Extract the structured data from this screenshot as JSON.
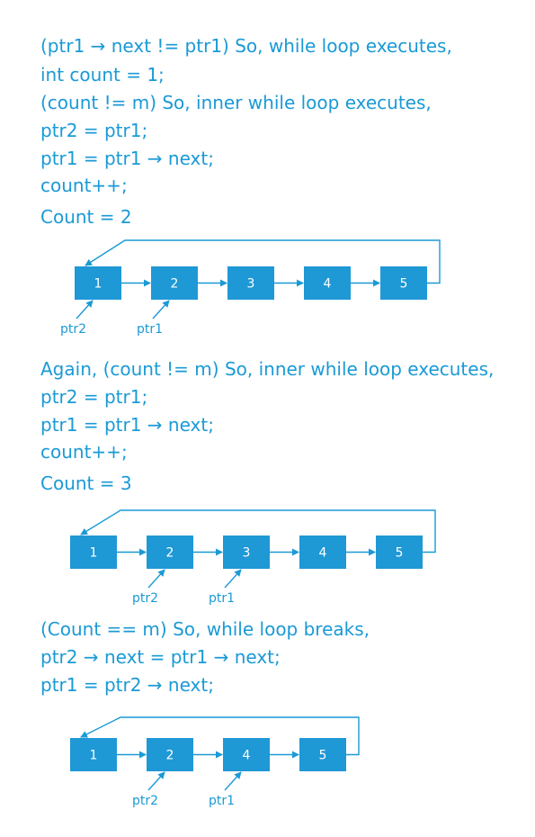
{
  "colors": {
    "accent": "#1a9ad6",
    "node_fill": "#1f98d6",
    "node_text": "#ffffff",
    "background": "#ffffff"
  },
  "sections": [
    {
      "lines": [
        "(ptr1 → next != ptr1)  So, while loop executes,",
        "int count = 1;",
        "(count != m)  So, inner while loop executes,",
        "ptr2 = ptr1;",
        "ptr1 = ptr1 → next;",
        "count++;"
      ],
      "count_label": "Count = 2",
      "diagram": {
        "nodes": [
          "1",
          "2",
          "3",
          "4",
          "5"
        ],
        "pointers": [
          {
            "label": "ptr2",
            "node_index": 0
          },
          {
            "label": "ptr1",
            "node_index": 1
          }
        ]
      }
    },
    {
      "lines": [
        "Again, (count != m)  So, inner while loop executes,",
        "ptr2 = ptr1;",
        "ptr1 = ptr1 → next;",
        "count++;"
      ],
      "count_label": "Count = 3",
      "diagram": {
        "nodes": [
          "1",
          "2",
          "3",
          "4",
          "5"
        ],
        "pointers": [
          {
            "label": "ptr2",
            "node_index": 1
          },
          {
            "label": "ptr1",
            "node_index": 2
          }
        ]
      }
    },
    {
      "lines": [
        "(Count == m)  So, while loop breaks,",
        "ptr2 → next = ptr1 → next;",
        "ptr1 = ptr2  → next;"
      ],
      "count_label": "",
      "diagram": {
        "nodes": [
          "1",
          "2",
          "4",
          "5"
        ],
        "pointers": [
          {
            "label": "ptr2",
            "node_index": 1
          },
          {
            "label": "ptr1",
            "node_index": 2
          }
        ]
      }
    }
  ]
}
